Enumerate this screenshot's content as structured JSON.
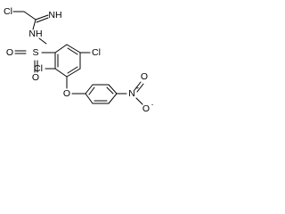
{
  "molecule": {
    "atoms": {
      "cl_top": "Cl",
      "imine_nh": "NH",
      "sulfonamide_nh": "NH",
      "sulfur": "S",
      "sulfonyl_o_left": "O",
      "sulfonyl_o_bottom": "O",
      "cl_right": "Cl",
      "cl_left": "Cl",
      "ether_o": "O",
      "nitro_n": "N",
      "nitro_o_top": "O",
      "nitro_o_bottom": "O",
      "nitro_n_charge": "+",
      "nitro_o_charge": "-"
    },
    "colors": {
      "bond": "#000000",
      "label": "#000000",
      "background": "#ffffff"
    }
  }
}
